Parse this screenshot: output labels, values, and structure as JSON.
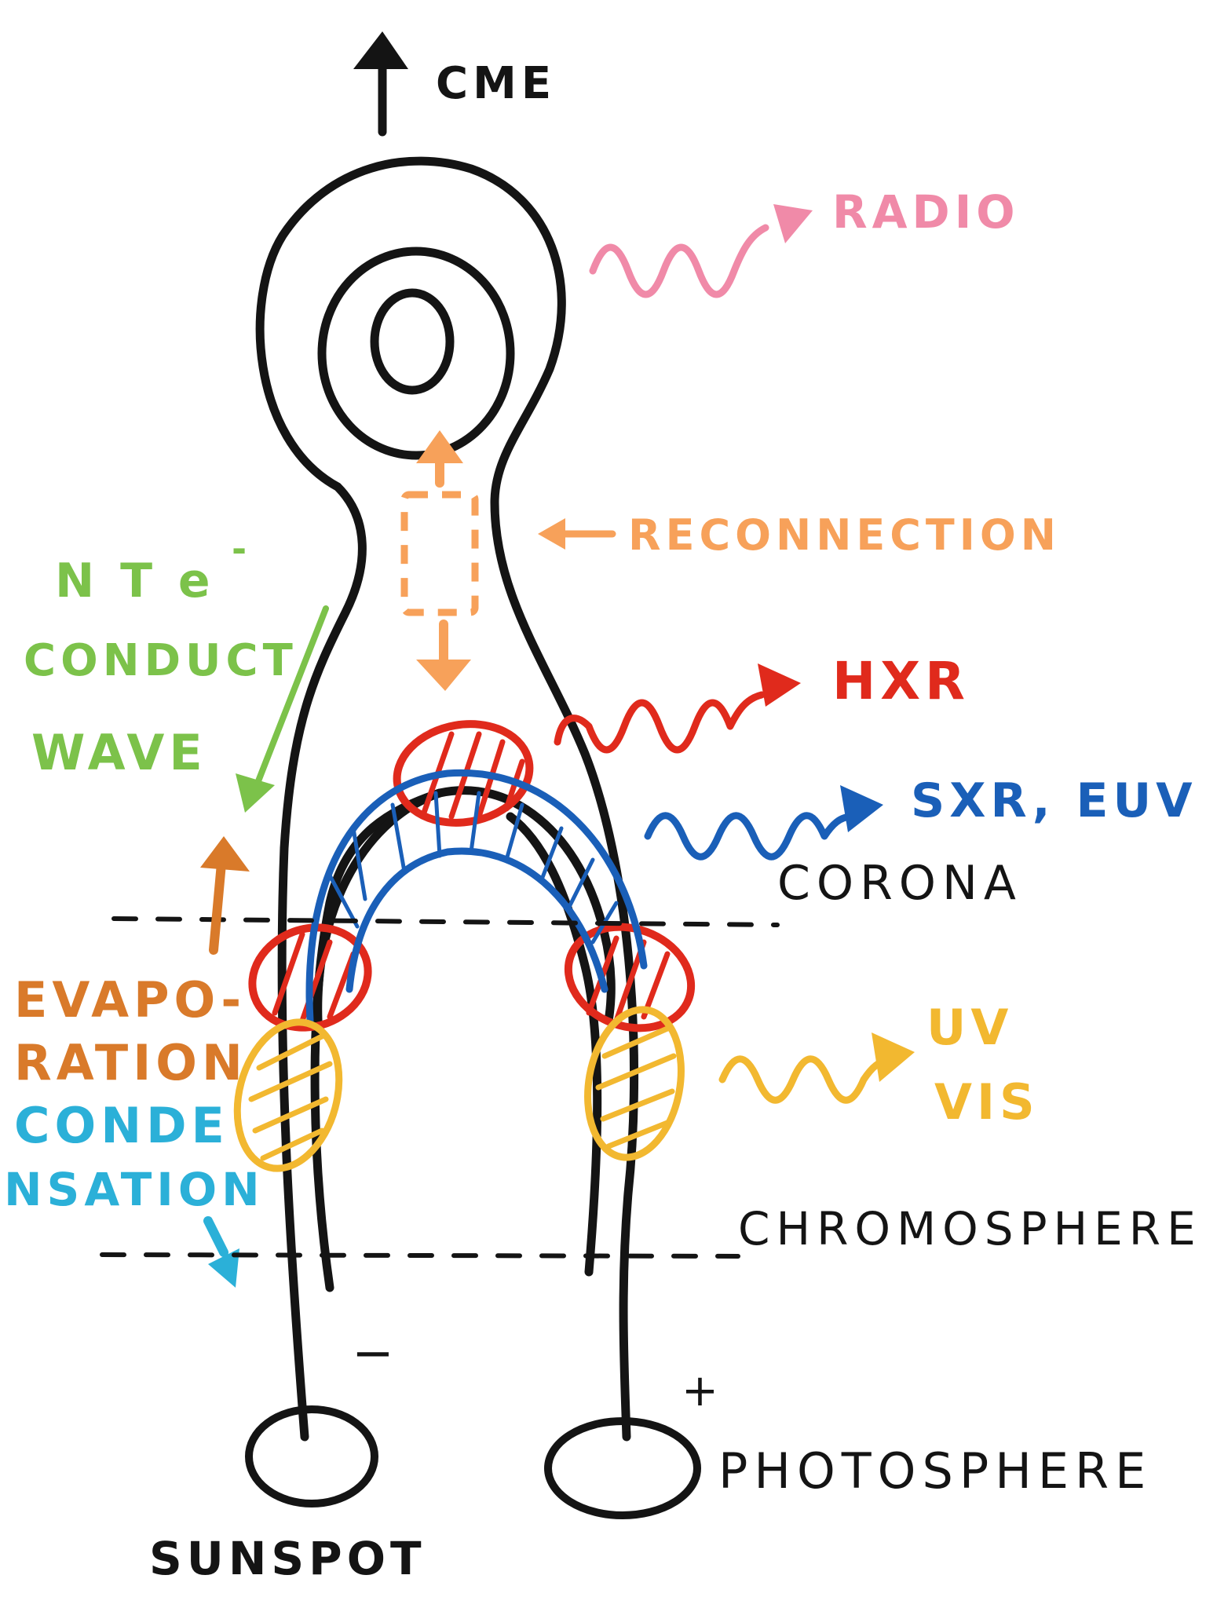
{
  "labels": {
    "cme": "CME",
    "radio": "RADIO",
    "reconnection": "RECONNECTION",
    "nte_line1": "N T e",
    "nte_sup": "-",
    "nte_line2": "CONDUCT",
    "nte_line3": "WAVE",
    "hxr": "HXR",
    "sxr_euv": "SXR, EUV",
    "corona": "CORONA",
    "evaporation_line1": "EVAPO-",
    "evaporation_line2": "RATION",
    "condensation_line1": "CONDE",
    "condensation_line2": "NSATION",
    "uv": "UV",
    "vis": "VIS",
    "chromosphere": "CHROMOSPHERE",
    "minus": "−",
    "plus": "+",
    "photosphere": "PHOTOSPHERE",
    "sunspot": "SUNSPOT"
  },
  "colors": {
    "ink": "#141414",
    "radio": "#f08aa8",
    "reconnection": "#f7a15a",
    "conduction": "#7cc24a",
    "hxr": "#e02a1c",
    "sxr_euv": "#1a5fb8",
    "evaporation": "#d97a2a",
    "condensation": "#2bb0d8",
    "uv_vis": "#f2b830"
  },
  "icons": {
    "cme_arrow": "arrow-up-icon",
    "radio_wave": "wavy-arrow-icon",
    "hxr_wave": "wavy-arrow-icon",
    "sxr_wave": "wavy-arrow-icon",
    "uv_wave": "wavy-arrow-icon",
    "reconnection_arrow": "arrow-left-icon"
  }
}
